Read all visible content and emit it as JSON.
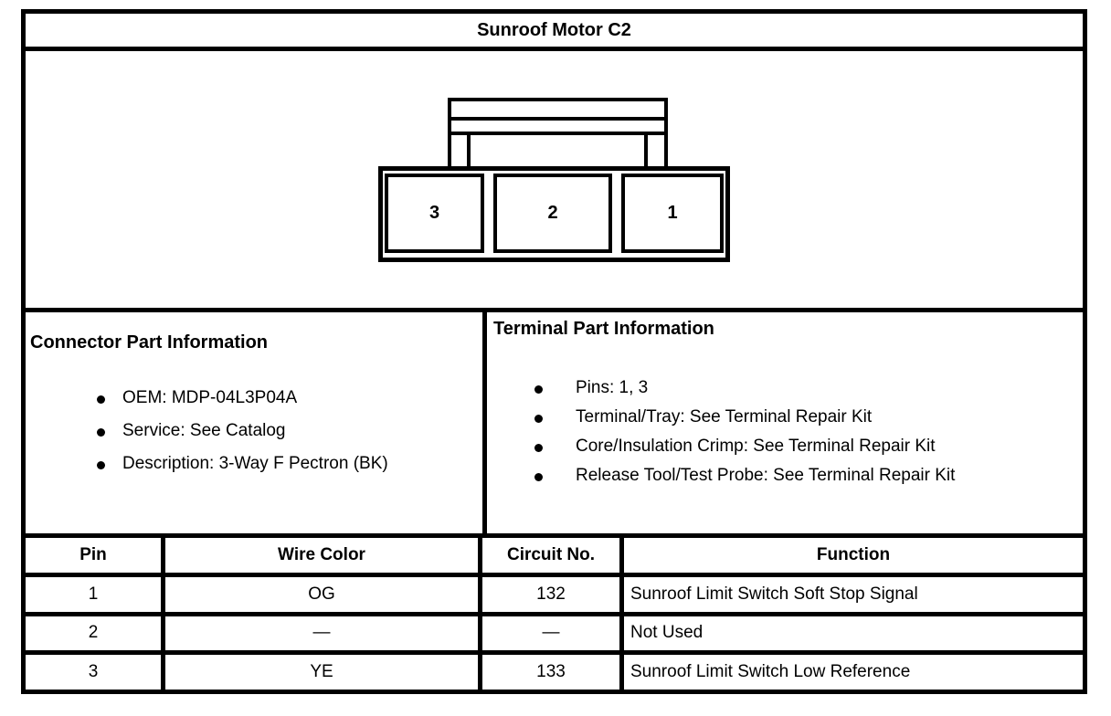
{
  "title": "Sunroof Motor C2",
  "colors": {
    "border": "#000000",
    "background": "#ffffff",
    "text": "#000000"
  },
  "connector_diagram": {
    "pin_labels": [
      "3",
      "2",
      "1"
    ]
  },
  "connector_part_information": {
    "heading": "Connector Part Information",
    "items": [
      "OEM: MDP-04L3P04A",
      "Service: See Catalog",
      "Description: 3-Way F Pectron (BK)"
    ]
  },
  "terminal_part_information": {
    "heading": "Terminal Part Information",
    "items": [
      "Pins: 1, 3",
      "Terminal/Tray: See Terminal Repair Kit",
      "Core/Insulation Crimp: See Terminal Repair Kit",
      "Release Tool/Test Probe: See Terminal Repair Kit"
    ]
  },
  "pinout_table": {
    "headers": [
      "Pin",
      "Wire Color",
      "Circuit No.",
      "Function"
    ],
    "rows": [
      [
        "1",
        "OG",
        "132",
        "Sunroof Limit Switch Soft Stop Signal"
      ],
      [
        "2",
        "—",
        "—",
        "Not Used"
      ],
      [
        "3",
        "YE",
        "133",
        "Sunroof Limit Switch Low Reference"
      ]
    ]
  }
}
